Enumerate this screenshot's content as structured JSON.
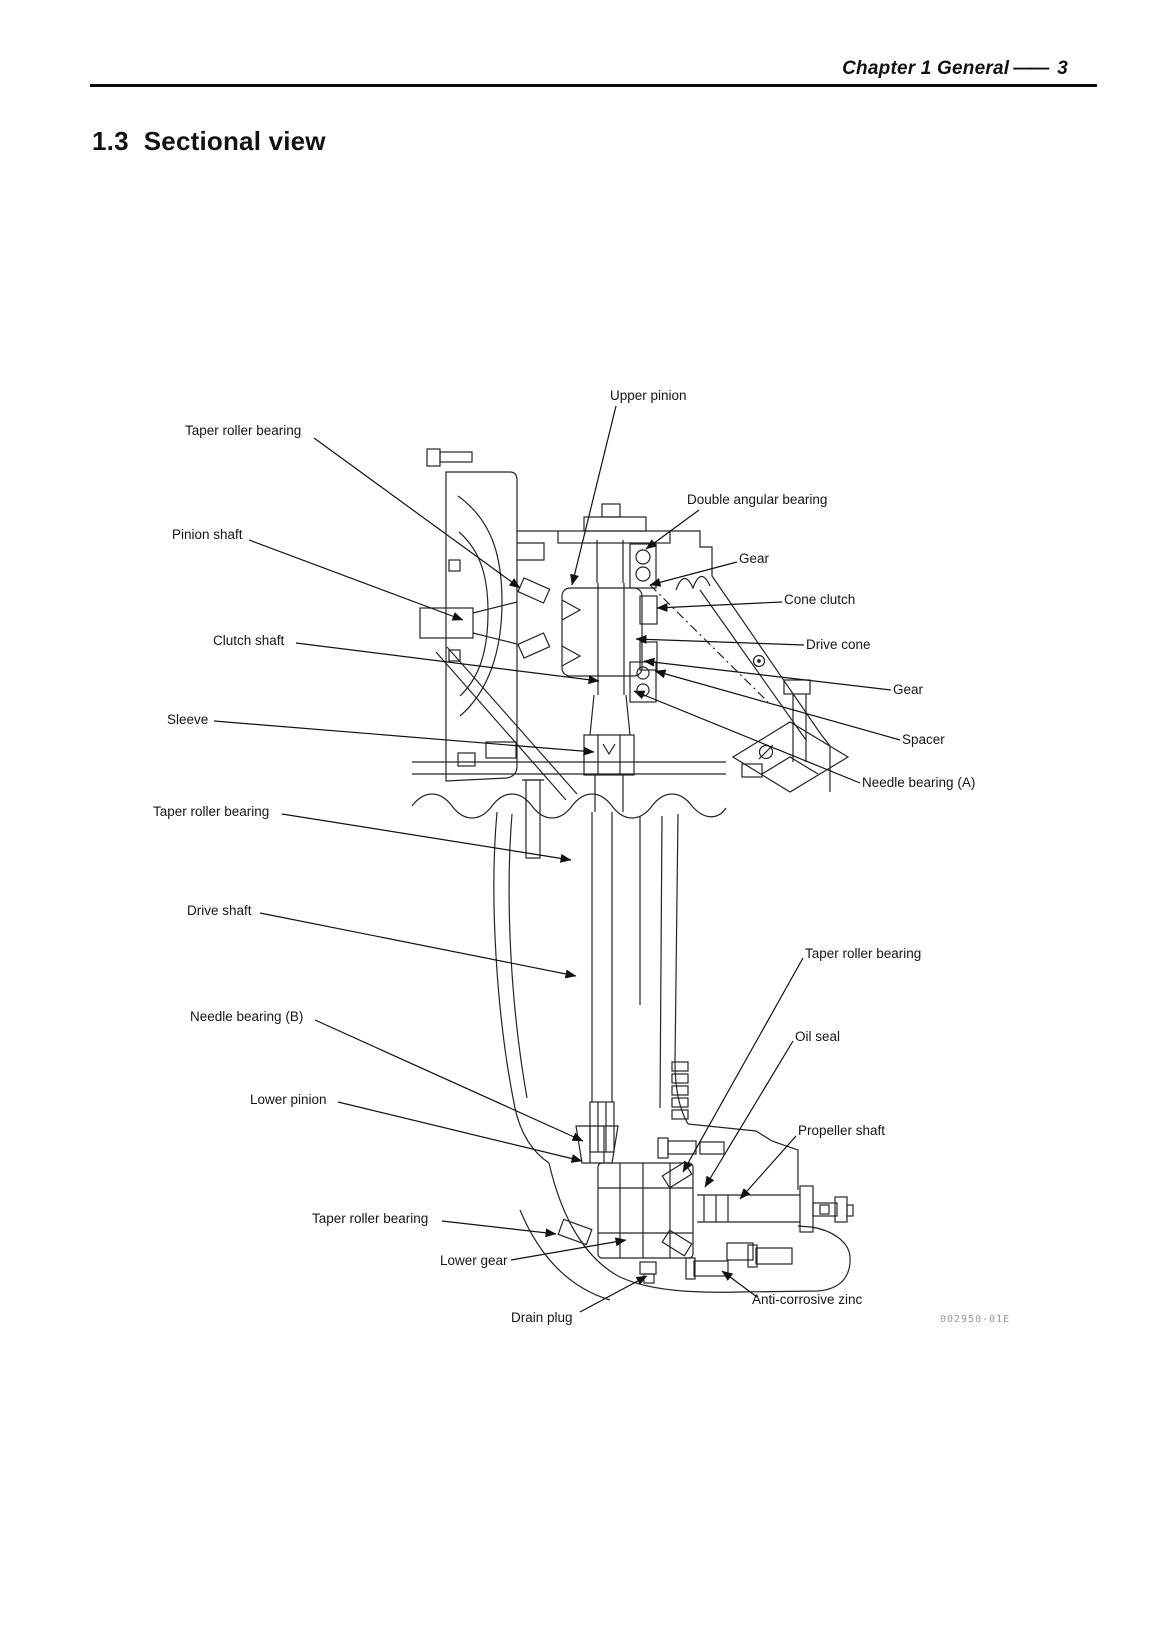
{
  "page": {
    "header": {
      "chapter": "Chapter 1  General",
      "separator": "——",
      "page_number": "3"
    },
    "title": {
      "number": "1.3",
      "text": "Sectional view"
    },
    "figure": {
      "code": "002950-01E",
      "labels": [
        {
          "id": "upper-pinion",
          "text": "Upper pinion"
        },
        {
          "id": "taper-roller-bearing-upper",
          "text": "Taper roller bearing"
        },
        {
          "id": "pinion-shaft",
          "text": "Pinion shaft"
        },
        {
          "id": "double-angular-bearing",
          "text": "Double angular bearing"
        },
        {
          "id": "gear-upper",
          "text": "Gear"
        },
        {
          "id": "cone-clutch",
          "text": "Cone clutch"
        },
        {
          "id": "drive-cone",
          "text": "Drive cone"
        },
        {
          "id": "gear-lower",
          "text": "Gear"
        },
        {
          "id": "spacer",
          "text": "Spacer"
        },
        {
          "id": "needle-bearing-a",
          "text": "Needle bearing (A)"
        },
        {
          "id": "clutch-shaft",
          "text": "Clutch shaft"
        },
        {
          "id": "sleeve",
          "text": "Sleeve"
        },
        {
          "id": "taper-roller-bearing-middle",
          "text": "Taper roller bearing"
        },
        {
          "id": "drive-shaft",
          "text": "Drive shaft"
        },
        {
          "id": "needle-bearing-b",
          "text": "Needle bearing (B)"
        },
        {
          "id": "lower-pinion",
          "text": "Lower pinion"
        },
        {
          "id": "taper-roller-bearing-prop",
          "text": "Taper roller bearing"
        },
        {
          "id": "oil-seal",
          "text": "Oil seal"
        },
        {
          "id": "propeller-shaft",
          "text": "Propeller shaft"
        },
        {
          "id": "taper-roller-bearing-lower",
          "text": "Taper roller bearing"
        },
        {
          "id": "lower-gear",
          "text": "Lower gear"
        },
        {
          "id": "drain-plug",
          "text": "Drain plug"
        },
        {
          "id": "anti-corrosive-zinc",
          "text": "Anti-corrosive zinc"
        }
      ]
    }
  }
}
